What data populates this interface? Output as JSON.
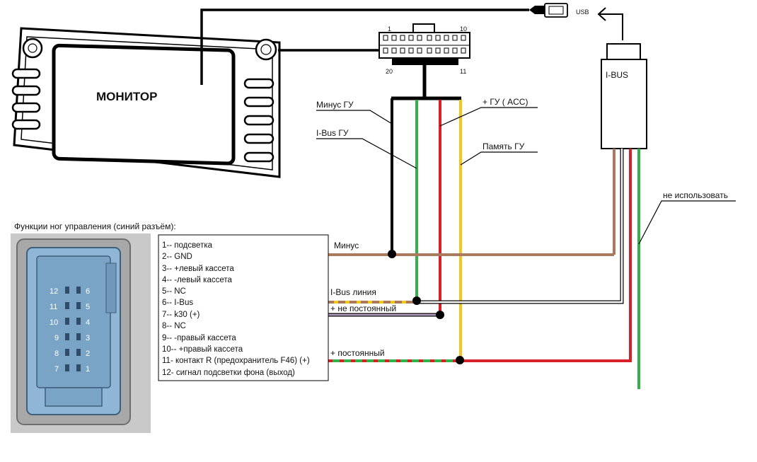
{
  "monitor": {
    "label": "МОНИТОР"
  },
  "usb": {
    "label": "USB"
  },
  "ibus_module": {
    "label": "I-BUS"
  },
  "connector20": {
    "pin_top_left": "1",
    "pin_top_right": "10",
    "pin_bottom_left": "20",
    "pin_bottom_right": "11"
  },
  "wires": {
    "minus_gu": "Минус ГУ",
    "ibus_gu": "I-Bus ГУ",
    "plus_gu_acc": "+ ГУ ( ACC)",
    "pamyat_gu": "Память ГУ",
    "ne_ispolzovat": "не использовать",
    "minus": "Минус",
    "ibus_liniya": "I-Bus линия",
    "plus_ne_postoyanny": "+ не постоянный",
    "plus_postoyanny": "+ постоянный"
  },
  "control_panel": {
    "title": "Функции ног управления (синий разъём):",
    "pins_left": [
      "12",
      "11",
      "10",
      "9",
      "8",
      "7"
    ],
    "pins_right": [
      "6",
      "5",
      "4",
      "3",
      "2",
      "1"
    ]
  },
  "pin_functions": [
    "1-- подсветка",
    "2-- GND",
    "3-- +левый кассета",
    "4-- -левый кассета",
    "5-- NC",
    "6-- I-Bus",
    "7-- k30 (+)",
    "8-- NC",
    "9-- -правый кассета",
    "10-- +правый кассета",
    "11- контакт R (предохранитель F46) (+)",
    "12- сигнал подсветки фона (выход)"
  ],
  "colors": {
    "black": "#000000",
    "green": "#33b04a",
    "red": "#d8202a",
    "yellow": "#f4c51c",
    "brown": "#a87a5e",
    "purple": "#6b3a7a",
    "blue_connector": "#8fb6d4"
  }
}
